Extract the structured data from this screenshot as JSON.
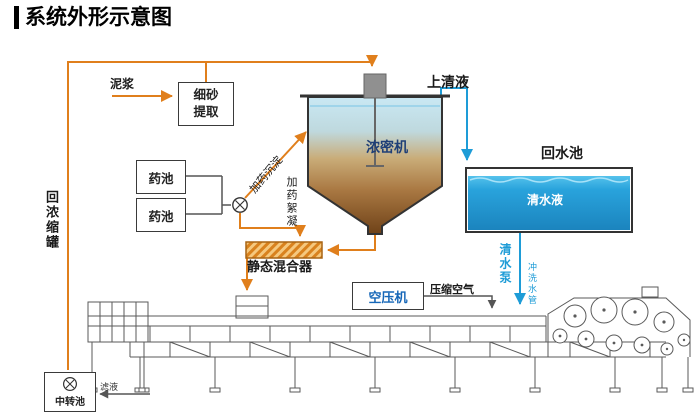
{
  "title": "系统外形示意图",
  "labels": {
    "slurry": "泥浆",
    "sand_extraction": "细砂提取",
    "chem_pool_1": "药池",
    "chem_pool_2": "药池",
    "dosing_sedimentation": "加药沉淀",
    "dosing_flocculation": "加药絮凝",
    "thickener": "浓密机",
    "supernatant": "上清液",
    "return_water_pool": "回水池",
    "clear_water": "清水液",
    "clear_water_pump": "清水泵",
    "flush_water_pipe": "冲洗水管",
    "static_mixer": "静态混合器",
    "air_compressor": "空压机",
    "compressed_air": "压缩空气",
    "return_to_thickener": "回浓缩罐",
    "transfer_pool": "中转池",
    "filtrate": "滤液"
  },
  "colors": {
    "pipe_orange": "#E07F1C",
    "water_blue": "#1E9CD7",
    "pool_fill": "#29A3DC",
    "tank_gradient_top": "#C9E8F4",
    "tank_gradient_bottom": "#6F4218",
    "thickener_label": "#1F3F77",
    "compressor_label": "#1667B8",
    "machine_line": "#5A5A5A"
  }
}
